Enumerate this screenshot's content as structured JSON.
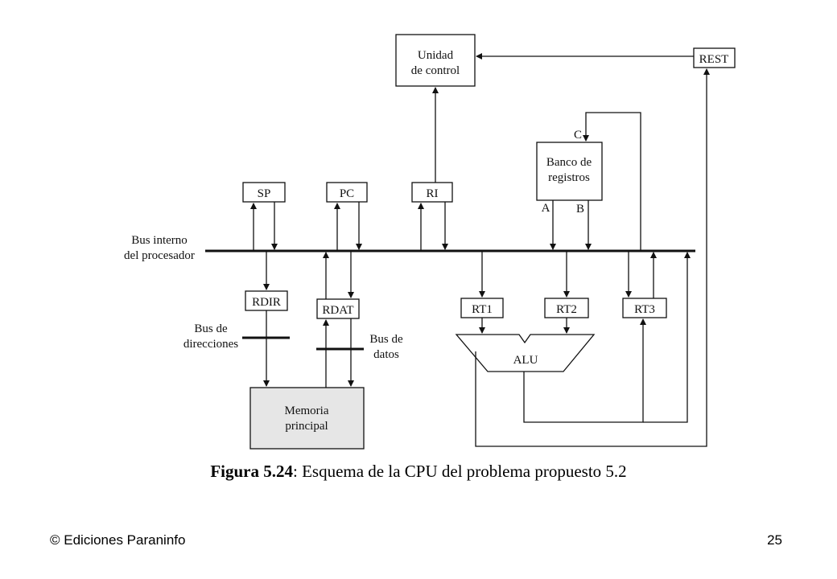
{
  "diagram": {
    "nodes": {
      "control_unit": [
        "Unidad",
        "de control"
      ],
      "rest": "REST",
      "register_bank": [
        "Banco de",
        "registros"
      ],
      "sp": "SP",
      "pc": "PC",
      "ri": "RI",
      "rdir": "RDIR",
      "rdat": "RDAT",
      "rt1": "RT1",
      "rt2": "RT2",
      "rt3": "RT3",
      "alu": "ALU",
      "memory": [
        "Memoria",
        "principal"
      ]
    },
    "ports": {
      "c": "C",
      "a": "A",
      "b": "B"
    },
    "labels": {
      "internal_bus": [
        "Bus interno",
        "del procesador"
      ],
      "address_bus": [
        "Bus de",
        "direcciones"
      ],
      "data_bus": [
        "Bus de",
        "datos"
      ]
    },
    "colors": {
      "line": "#111111",
      "memory_fill": "#e6e6e6",
      "box_fill": "#ffffff"
    }
  },
  "caption": {
    "label": "Figura 5.24",
    "text": ": Esquema de la CPU del problema propuesto 5.2"
  },
  "footer": {
    "left": "© Ediciones Paraninfo",
    "right": "25"
  }
}
